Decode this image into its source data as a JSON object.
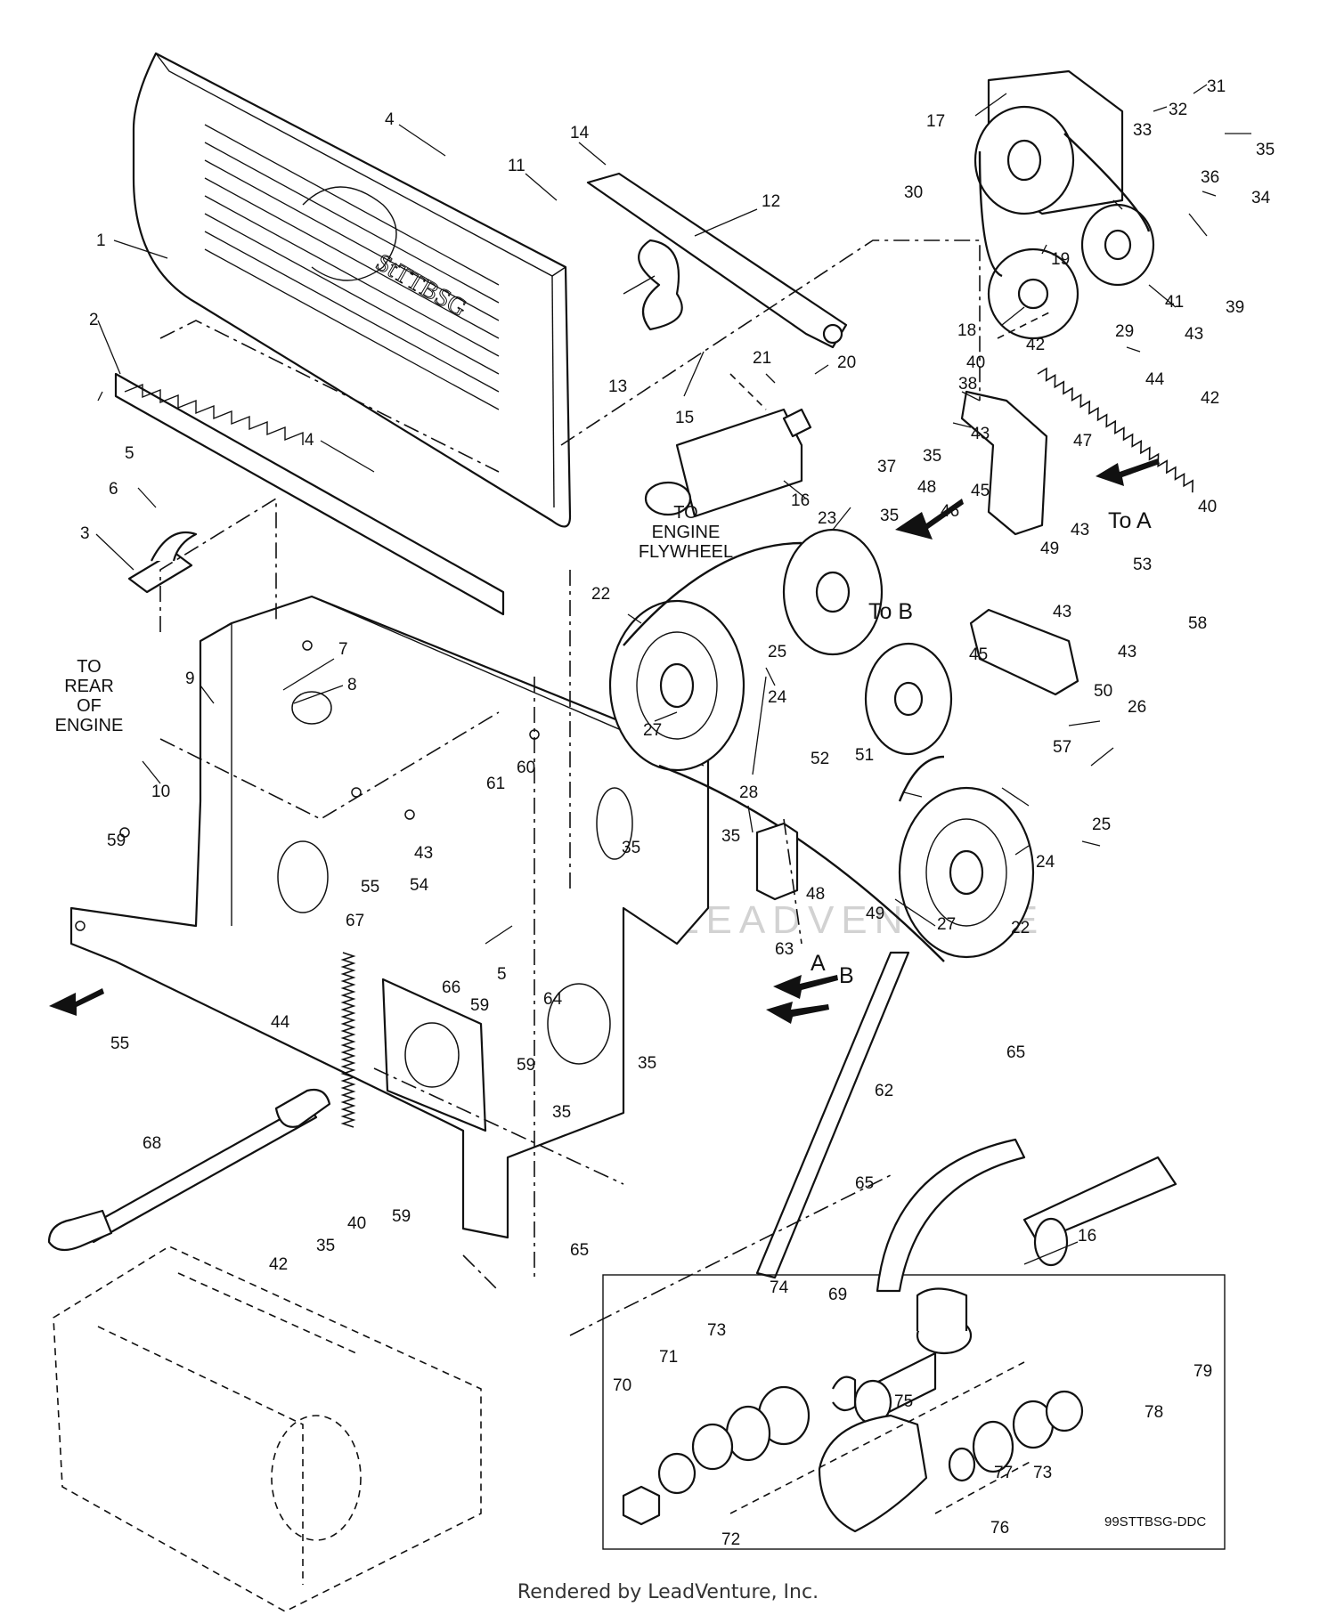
{
  "diagram": {
    "drawing_code": "99STTBSG-DDC",
    "notes": {
      "to_engine_flywheel_1": "TO",
      "to_engine_flywheel_2": "ENGINE",
      "to_engine_flywheel_3": "FLYWHEEL",
      "to_rear_1": "TO",
      "to_rear_2": "REAR",
      "to_rear_3": "OF",
      "to_rear_4": "ENGINE",
      "to_a": "To A",
      "to_b": "To B",
      "ref_a": "A",
      "ref_b": "B"
    },
    "callouts": [
      {
        "id": "c1",
        "label": "1"
      },
      {
        "id": "c2",
        "label": "2"
      },
      {
        "id": "c3",
        "label": "3"
      },
      {
        "id": "c4a",
        "label": "4"
      },
      {
        "id": "c4b",
        "label": "4"
      },
      {
        "id": "c5a",
        "label": "5"
      },
      {
        "id": "c5b",
        "label": "5"
      },
      {
        "id": "c6",
        "label": "6"
      },
      {
        "id": "c7",
        "label": "7"
      },
      {
        "id": "c8",
        "label": "8"
      },
      {
        "id": "c9",
        "label": "9"
      },
      {
        "id": "c10",
        "label": "10"
      },
      {
        "id": "c11",
        "label": "11"
      },
      {
        "id": "c12",
        "label": "12"
      },
      {
        "id": "c13",
        "label": "13"
      },
      {
        "id": "c14",
        "label": "14"
      },
      {
        "id": "c15",
        "label": "15"
      },
      {
        "id": "c16a",
        "label": "16"
      },
      {
        "id": "c16b",
        "label": "16"
      },
      {
        "id": "c17",
        "label": "17"
      },
      {
        "id": "c18",
        "label": "18"
      },
      {
        "id": "c19",
        "label": "19"
      },
      {
        "id": "c20",
        "label": "20"
      },
      {
        "id": "c21",
        "label": "21"
      },
      {
        "id": "c22a",
        "label": "22"
      },
      {
        "id": "c22b",
        "label": "22"
      },
      {
        "id": "c23",
        "label": "23"
      },
      {
        "id": "c24a",
        "label": "24"
      },
      {
        "id": "c24b",
        "label": "24"
      },
      {
        "id": "c25a",
        "label": "25"
      },
      {
        "id": "c25b",
        "label": "25"
      },
      {
        "id": "c26",
        "label": "26"
      },
      {
        "id": "c27a",
        "label": "27"
      },
      {
        "id": "c27b",
        "label": "27"
      },
      {
        "id": "c28",
        "label": "28"
      },
      {
        "id": "c29",
        "label": "29"
      },
      {
        "id": "c30",
        "label": "30"
      },
      {
        "id": "c31",
        "label": "31"
      },
      {
        "id": "c32",
        "label": "32"
      },
      {
        "id": "c33",
        "label": "33"
      },
      {
        "id": "c34",
        "label": "34"
      },
      {
        "id": "c35a",
        "label": "35"
      },
      {
        "id": "c35b",
        "label": "35"
      },
      {
        "id": "c35c",
        "label": "35"
      },
      {
        "id": "c35d",
        "label": "35"
      },
      {
        "id": "c35e",
        "label": "35"
      },
      {
        "id": "c35f",
        "label": "35"
      },
      {
        "id": "c35g",
        "label": "35"
      },
      {
        "id": "c35h",
        "label": "35"
      },
      {
        "id": "c36",
        "label": "36"
      },
      {
        "id": "c37",
        "label": "37"
      },
      {
        "id": "c38",
        "label": "38"
      },
      {
        "id": "c39",
        "label": "39"
      },
      {
        "id": "c40a",
        "label": "40"
      },
      {
        "id": "c40b",
        "label": "40"
      },
      {
        "id": "c40c",
        "label": "40"
      },
      {
        "id": "c41",
        "label": "41"
      },
      {
        "id": "c42a",
        "label": "42"
      },
      {
        "id": "c42b",
        "label": "42"
      },
      {
        "id": "c42c",
        "label": "42"
      },
      {
        "id": "c43a",
        "label": "43"
      },
      {
        "id": "c43b",
        "label": "43"
      },
      {
        "id": "c43c",
        "label": "43"
      },
      {
        "id": "c43d",
        "label": "43"
      },
      {
        "id": "c43e",
        "label": "43"
      },
      {
        "id": "c43f",
        "label": "43"
      },
      {
        "id": "c44a",
        "label": "44"
      },
      {
        "id": "c44b",
        "label": "44"
      },
      {
        "id": "c45a",
        "label": "45"
      },
      {
        "id": "c45b",
        "label": "45"
      },
      {
        "id": "c46",
        "label": "46"
      },
      {
        "id": "c47",
        "label": "47"
      },
      {
        "id": "c48a",
        "label": "48"
      },
      {
        "id": "c48b",
        "label": "48"
      },
      {
        "id": "c49a",
        "label": "49"
      },
      {
        "id": "c49b",
        "label": "49"
      },
      {
        "id": "c50",
        "label": "50"
      },
      {
        "id": "c51",
        "label": "51"
      },
      {
        "id": "c52",
        "label": "52"
      },
      {
        "id": "c53",
        "label": "53"
      },
      {
        "id": "c54",
        "label": "54"
      },
      {
        "id": "c55a",
        "label": "55"
      },
      {
        "id": "c55b",
        "label": "55"
      },
      {
        "id": "c57",
        "label": "57"
      },
      {
        "id": "c58",
        "label": "58"
      },
      {
        "id": "c59a",
        "label": "59"
      },
      {
        "id": "c59b",
        "label": "59"
      },
      {
        "id": "c59c",
        "label": "59"
      },
      {
        "id": "c59d",
        "label": "59"
      },
      {
        "id": "c60",
        "label": "60"
      },
      {
        "id": "c61",
        "label": "61"
      },
      {
        "id": "c62",
        "label": "62"
      },
      {
        "id": "c63",
        "label": "63"
      },
      {
        "id": "c64",
        "label": "64"
      },
      {
        "id": "c65a",
        "label": "65"
      },
      {
        "id": "c65b",
        "label": "65"
      },
      {
        "id": "c65c",
        "label": "65"
      },
      {
        "id": "c66",
        "label": "66"
      },
      {
        "id": "c67",
        "label": "67"
      },
      {
        "id": "c68",
        "label": "68"
      },
      {
        "id": "c69",
        "label": "69"
      },
      {
        "id": "c70",
        "label": "70"
      },
      {
        "id": "c71",
        "label": "71"
      },
      {
        "id": "c72",
        "label": "72"
      },
      {
        "id": "c73a",
        "label": "73"
      },
      {
        "id": "c73b",
        "label": "73"
      },
      {
        "id": "c74",
        "label": "74"
      },
      {
        "id": "c75",
        "label": "75"
      },
      {
        "id": "c76",
        "label": "76"
      },
      {
        "id": "c77",
        "label": "77"
      },
      {
        "id": "c78",
        "label": "78"
      },
      {
        "id": "c79",
        "label": "79"
      }
    ]
  },
  "footer": {
    "credit": "Rendered by LeadVenture, Inc."
  }
}
